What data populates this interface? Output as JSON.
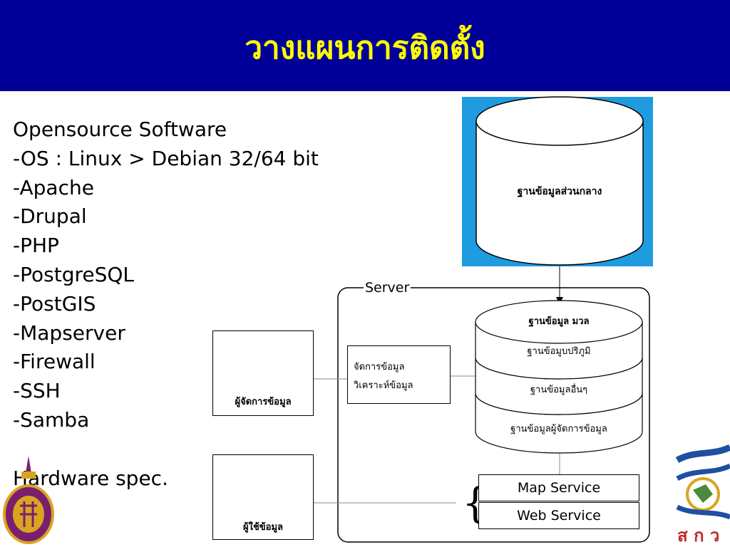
{
  "slide": {
    "title": "วางแผนการติดตั้ง"
  },
  "software": {
    "heading": "Opensource Software",
    "items": [
      "-OS : Linux > Debian 32/64 bit",
      "-Apache",
      "-Drupal",
      "-PHP",
      "-PostgreSQL",
      "-PostGIS",
      "-Mapserver",
      "-Firewall",
      "-SSH",
      "-Samba"
    ]
  },
  "hardware": {
    "heading": "Hardware spec."
  },
  "diagram": {
    "central_db": "ฐานข้อมูลส่วนกลาง",
    "server_label": "Server",
    "local_db": {
      "title": "ฐานข้อมูล มวล",
      "layers": [
        "ฐานข้อมูบปริภูมิ",
        "ฐานข้อมูลอื่นๆ",
        "ฐานข้อมูลผู้จัดการข้อมูล"
      ]
    },
    "process": [
      "จัดการข้อมูล",
      "วิเคราะห์ข้อมูล"
    ],
    "clients": [
      {
        "label": "ผู้จัดการข้อมูล"
      },
      {
        "label": "ผู้ใช้ข้อมูล"
      }
    ],
    "services": [
      "Map Service",
      "Web Service"
    ],
    "brace": "{"
  },
  "colors": {
    "header_bg": "#000099",
    "title_text": "#ffff00",
    "db_panel": "#1f9be0",
    "logo_purple": "#7a1f6e",
    "logo_gold": "#d9a520",
    "logo_blue": "#1e4fa0"
  }
}
